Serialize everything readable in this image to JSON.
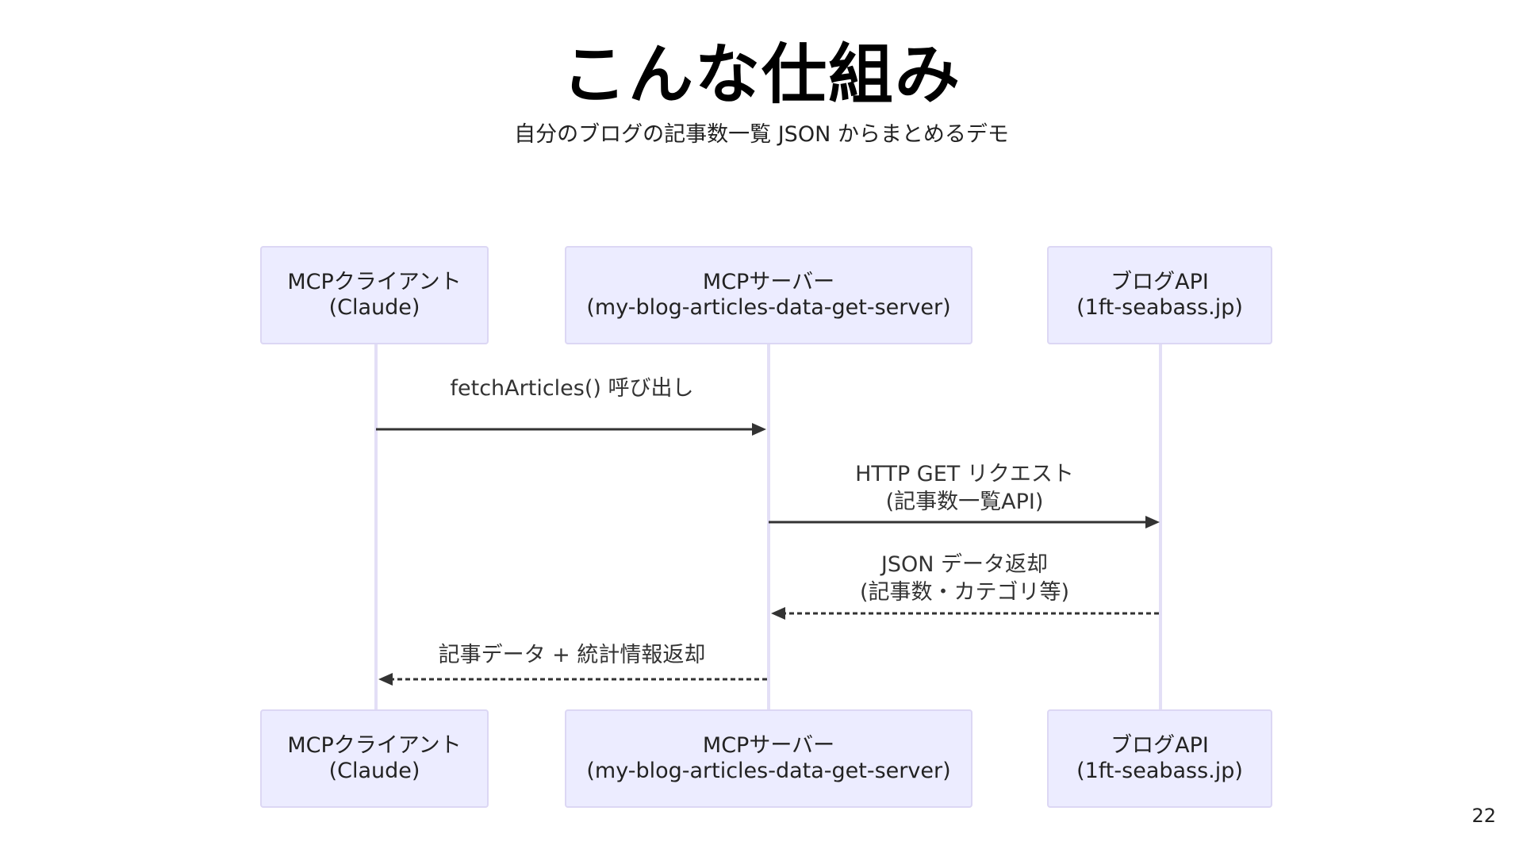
{
  "slide": {
    "title": "こんな仕組み",
    "subtitle": "自分のブログの記事数一覧 JSON からまとめるデモ",
    "page_number": "22"
  },
  "diagram": {
    "participants": [
      {
        "line1": "MCPクライアント",
        "line2": "(Claude)"
      },
      {
        "line1": "MCPサーバー",
        "line2": "(my-blog-articles-data-get-server)"
      },
      {
        "line1": "ブログAPI",
        "line2": "(1ft-seabass.jp)"
      }
    ],
    "messages": [
      {
        "from": 0,
        "to": 1,
        "style": "solid",
        "line1": "fetchArticles() 呼び出し",
        "line2": ""
      },
      {
        "from": 1,
        "to": 2,
        "style": "solid",
        "line1": "HTTP GET リクエスト",
        "line2": "(記事数一覧API)"
      },
      {
        "from": 2,
        "to": 1,
        "style": "dashed",
        "line1": "JSON データ返却",
        "line2": "(記事数・カテゴリ等)"
      },
      {
        "from": 1,
        "to": 0,
        "style": "dashed",
        "line1": "記事データ + 統計情報返却",
        "line2": ""
      }
    ],
    "colors": {
      "actor_fill": "#ECECFF",
      "actor_border": "#DCD7F4",
      "lifeline": "#E3DFF6",
      "arrow": "#333333"
    }
  }
}
